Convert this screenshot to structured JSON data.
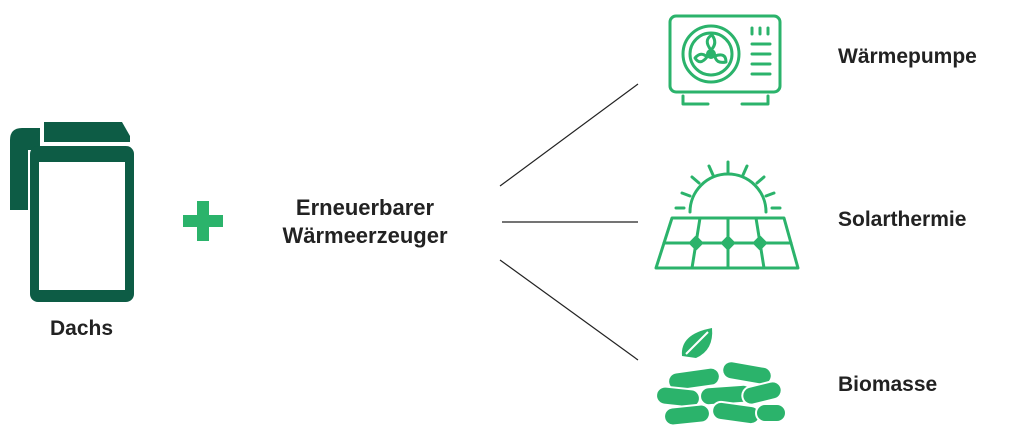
{
  "product": {
    "name": "Dachs"
  },
  "center": {
    "line1": "Erneuerbarer",
    "line2": "Wärmeerzeuger"
  },
  "options": [
    {
      "label": "Wärmepumpe",
      "icon": "heat-pump-icon"
    },
    {
      "label": "Solarthermie",
      "icon": "solar-thermal-icon"
    },
    {
      "label": "Biomasse",
      "icon": "biomass-pellets-icon"
    }
  ],
  "colors": {
    "dark_green": "#0d5c45",
    "bright_green": "#2bb36b",
    "text": "#222222",
    "line": "#222222"
  }
}
